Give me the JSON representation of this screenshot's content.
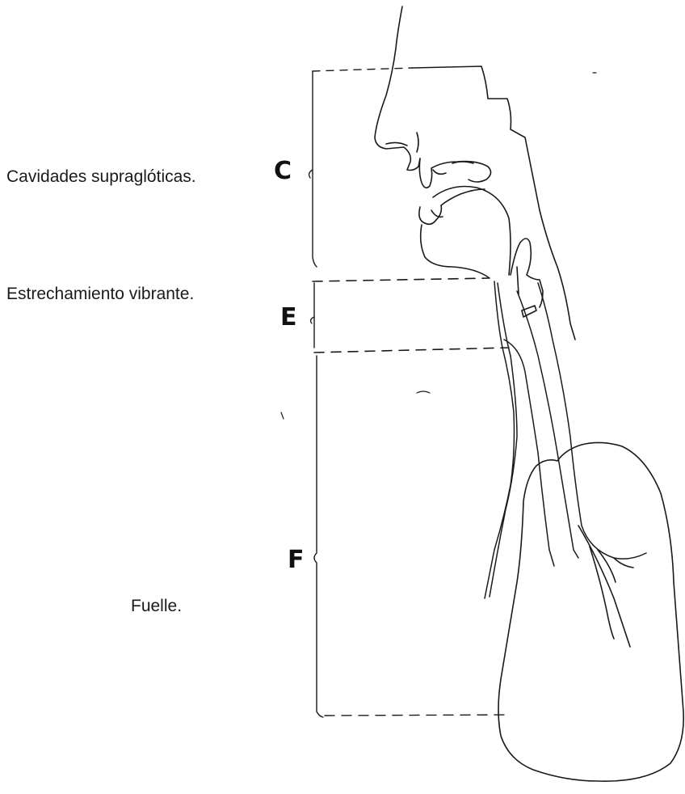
{
  "regions": [
    {
      "letter": "C",
      "label": "Cavidades supraglóticas."
    },
    {
      "letter": "E",
      "label": "Estrechamiento vibrante."
    },
    {
      "letter": "F",
      "label": "Fuelle."
    }
  ]
}
